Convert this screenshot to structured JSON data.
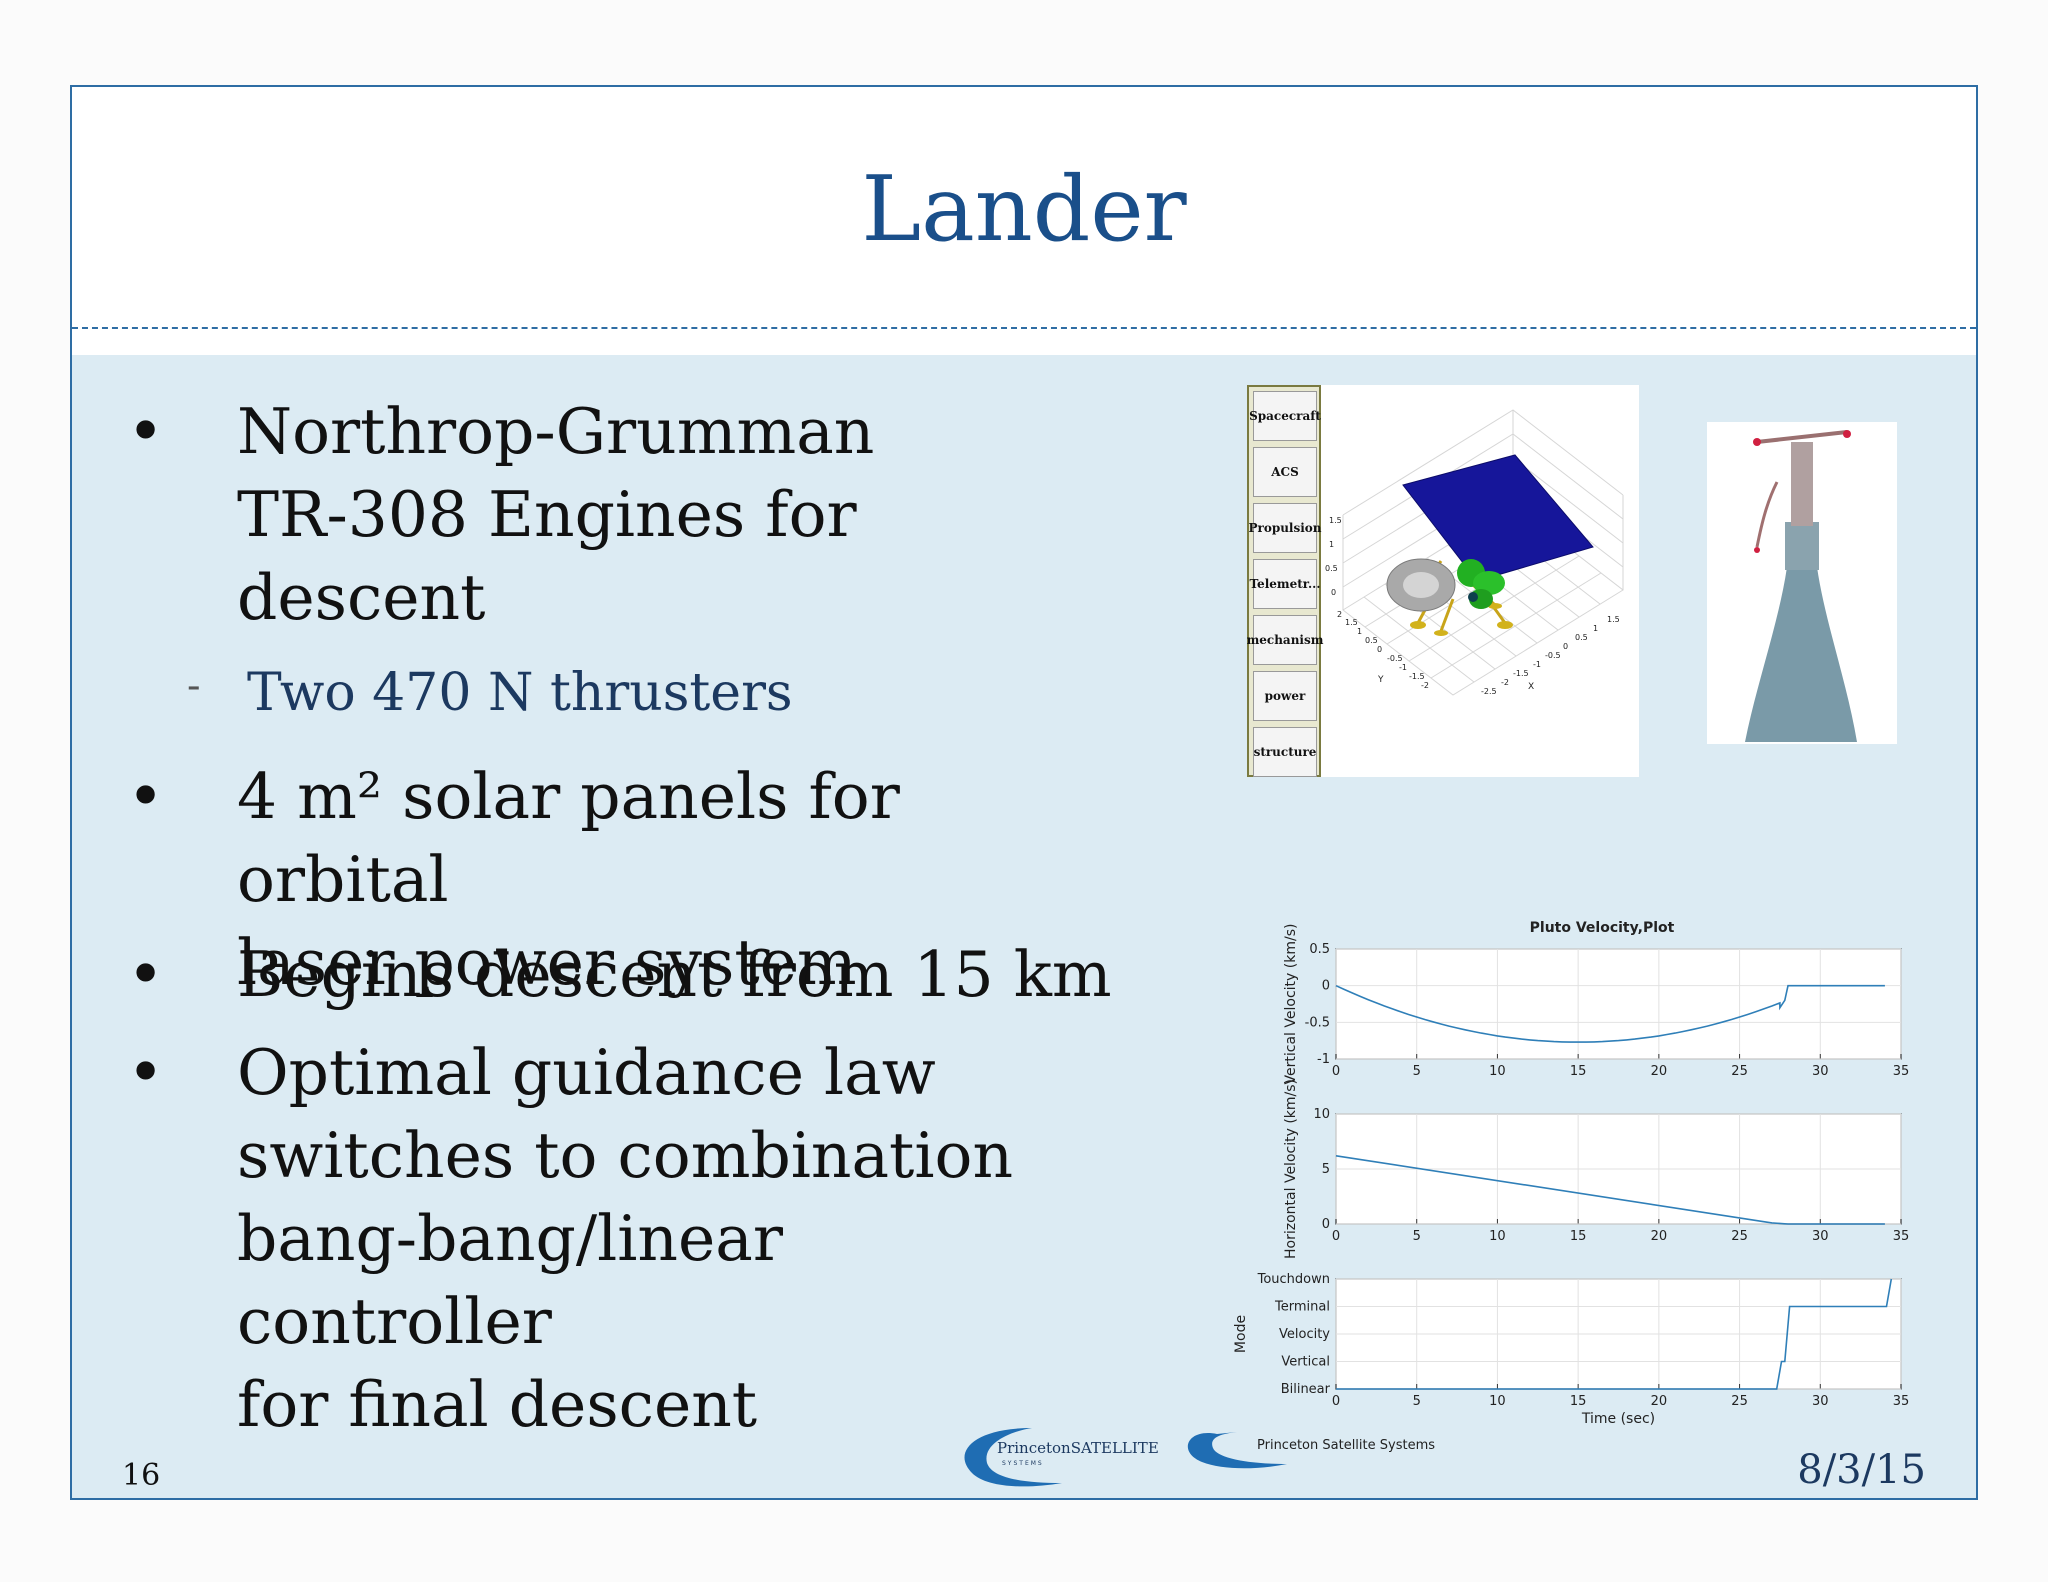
{
  "slide": {
    "title": "Lander",
    "page_number": "16",
    "date": "8/3/15",
    "footer_logo_text": "PrincetonSATELLITE",
    "footer_logo_sub": "SYSTEMS"
  },
  "bullets": [
    {
      "line1": "Northrop-Grumman",
      "line2": "TR-308 Engines for descent"
    },
    {
      "line1": "4 m² solar panels for orbital",
      "line2": "laser power system"
    },
    {
      "line1": "Begins descent from 15 km"
    },
    {
      "line1": "Optimal guidance law",
      "line2": "switches to combination",
      "line3": "bang-bang/linear controller",
      "line4": "for final descent"
    }
  ],
  "sub_bullet": "Two 470 N thrusters",
  "sim_buttons": [
    "Spacecraft",
    "ACS",
    "Propulsion",
    "Telemetr...",
    "mechanism",
    "power",
    "structure"
  ],
  "sim_axes": {
    "x_label": "X",
    "y_label": "Y",
    "x_ticks": [
      "1.5",
      "1",
      "0.5",
      "0",
      "-0.5",
      "-1",
      "-1.5",
      "-2",
      "-2.5"
    ],
    "y_ticks": [
      "2",
      "1.5",
      "1",
      "0.5",
      "0",
      "-0.5",
      "-1",
      "-1.5",
      "-2"
    ],
    "z_ticks": [
      "1.5",
      "1",
      "0.5",
      "0"
    ]
  },
  "chart_watermark": "Princeton Satellite Systems",
  "chart_data": [
    {
      "type": "line",
      "title": "Pluto Velocity,Plot",
      "ylabel": "Vertical Velocity (km/s)",
      "xlim": [
        0,
        35
      ],
      "ylim": [
        -1,
        0.5
      ],
      "xticks": [
        0,
        5,
        10,
        15,
        20,
        25,
        30,
        35
      ],
      "yticks": [
        -1,
        -0.5,
        0,
        0.5
      ],
      "x": [
        0,
        5,
        10,
        15,
        20,
        25,
        27.5,
        27.8,
        28,
        34
      ],
      "y": [
        0,
        -0.45,
        -0.7,
        -0.77,
        -0.7,
        -0.45,
        -0.3,
        -0.2,
        0,
        0
      ]
    },
    {
      "type": "line",
      "ylabel": "Horizontal Velocity (km/s)",
      "xlim": [
        0,
        35
      ],
      "ylim": [
        0,
        10
      ],
      "xticks": [
        0,
        5,
        10,
        15,
        20,
        25,
        30,
        35
      ],
      "yticks": [
        0,
        5,
        10
      ],
      "x": [
        0,
        27,
        28,
        34
      ],
      "y": [
        6.2,
        0.1,
        0,
        0
      ]
    },
    {
      "type": "line",
      "ylabel": "Mode",
      "xlabel": "Time (sec)",
      "xlim": [
        0,
        35
      ],
      "xticks": [
        0,
        5,
        10,
        15,
        20,
        25,
        30,
        35
      ],
      "categories": [
        "Bilinear",
        "Vertical",
        "Velocity",
        "Terminal",
        "Touchdown"
      ],
      "x": [
        0,
        27.3,
        27.6,
        27.8,
        28.1,
        34.1,
        34.4
      ],
      "y": [
        0,
        0,
        1,
        1,
        3,
        3,
        4
      ]
    }
  ],
  "colors": {
    "title": "#1a4f8a",
    "content_bg": "#dcebf3",
    "border": "#2e6da4",
    "plot_line": "#2f7fb8",
    "solar_panel": "#16169a"
  }
}
